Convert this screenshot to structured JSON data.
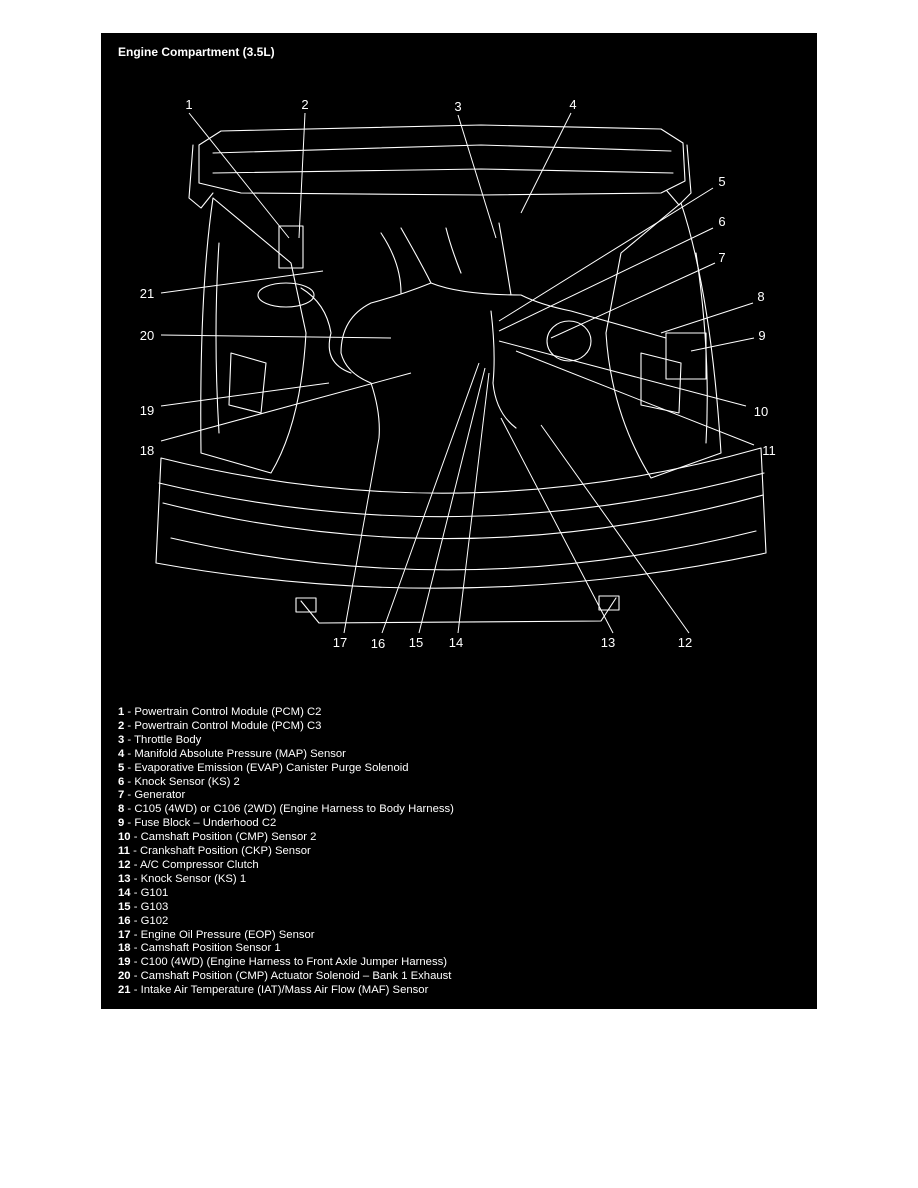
{
  "title": "Engine Compartment (3.5L)",
  "colors": {
    "background": "#000000",
    "ink": "#ffffff",
    "page": "#ffffff"
  },
  "callouts": [
    "1",
    "2",
    "3",
    "4",
    "5",
    "6",
    "7",
    "8",
    "9",
    "10",
    "11",
    "12",
    "13",
    "14",
    "15",
    "16",
    "17",
    "18",
    "19",
    "20",
    "21"
  ],
  "legend": [
    {
      "num": "1",
      "sep": " - ",
      "text": "Powertrain Control Module (PCM) C2"
    },
    {
      "num": "2",
      "sep": " - ",
      "text": "Powertrain Control Module (PCM) C3"
    },
    {
      "num": "3",
      "sep": " - ",
      "text": "Throttle Body"
    },
    {
      "num": "4",
      "sep": " - ",
      "text": "Manifold Absolute Pressure (MAP) Sensor"
    },
    {
      "num": "5",
      "sep": " - ",
      "text": "Evaporative Emission (EVAP) Canister Purge Solenoid"
    },
    {
      "num": "6",
      "sep": " - ",
      "text": "Knock Sensor (KS) 2"
    },
    {
      "num": "7",
      "sep": " - ",
      "text": "Generator"
    },
    {
      "num": "8",
      "sep": " - ",
      "text": "C105 (4WD) or C106 (2WD) (Engine Harness to Body Harness)"
    },
    {
      "num": "9",
      "sep": " - ",
      "text": "Fuse Block – Underhood C2"
    },
    {
      "num": "10",
      "sep": " - ",
      "text": "Camshaft Position (CMP) Sensor 2"
    },
    {
      "num": "11",
      "sep": " - ",
      "text": "Crankshaft Position (CKP) Sensor"
    },
    {
      "num": "12",
      "sep": " - ",
      "text": "A/C Compressor Clutch"
    },
    {
      "num": "13",
      "sep": " - ",
      "text": "Knock Sensor (KS) 1"
    },
    {
      "num": "14",
      "sep": " - ",
      "text": "G101"
    },
    {
      "num": "15",
      "sep": " - ",
      "text": "G103"
    },
    {
      "num": "16",
      "sep": " - ",
      "text": "G102"
    },
    {
      "num": "17",
      "sep": " - ",
      "text": "Engine Oil Pressure (EOP) Sensor"
    },
    {
      "num": "18",
      "sep": " - ",
      "text": "Camshaft Position Sensor 1"
    },
    {
      "num": "19",
      "sep": " - ",
      "text": "C100 (4WD) (Engine Harness to Front Axle Jumper Harness)"
    },
    {
      "num": "20",
      "sep": " - ",
      "text": "Camshaft Position (CMP) Actuator Solenoid – Bank 1 Exhaust"
    },
    {
      "num": "21",
      "sep": " - ",
      "text": "Intake Air Temperature (IAT)/Mass Air Flow (MAF) Sensor"
    }
  ]
}
